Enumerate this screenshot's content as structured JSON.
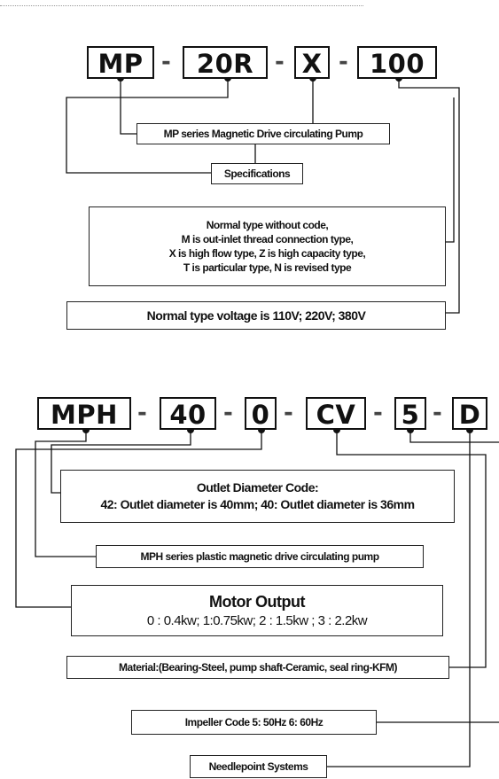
{
  "diagram1": {
    "codes": [
      "MP",
      "20R",
      "X",
      "100"
    ],
    "separator": "-",
    "boxes": {
      "series": "MP series Magnetic Drive circulating Pump",
      "specifications": "Specifications",
      "type_lines": [
        "Normal type without code,",
        "M is out-inlet thread connection type,",
        "X is high flow type, Z is high capacity type,",
        "T is particular type, N is revised type"
      ],
      "voltage": "Normal type voltage is 110V;  220V; 380V"
    }
  },
  "diagram2": {
    "codes": [
      "MPH",
      "40",
      "0",
      "CV",
      "5",
      "D"
    ],
    "separator": "-",
    "boxes": {
      "outlet_title": "Outlet Diameter Code:",
      "outlet_detail": "42: Outlet diameter is 40mm;  40: Outlet diameter is 36mm",
      "series": "MPH series plastic magnetic drive circulating pump",
      "motor_title": "Motor Output",
      "motor_detail": "0 : 0.4kw;  1:0.75kw;  2 : 1.5kw ;   3 : 2.2kw",
      "material": "Material:(Bearing-Steel, pump shaft-Ceramic, seal ring-KFM)",
      "impeller": "Impeller Code 5: 50Hz   6: 60Hz",
      "needlepoint": "Needlepoint Systems"
    }
  },
  "colors": {
    "line": "#111111",
    "box_border": "#222222",
    "separator": "#444444",
    "dotted_rule": "#9a9a9a"
  }
}
